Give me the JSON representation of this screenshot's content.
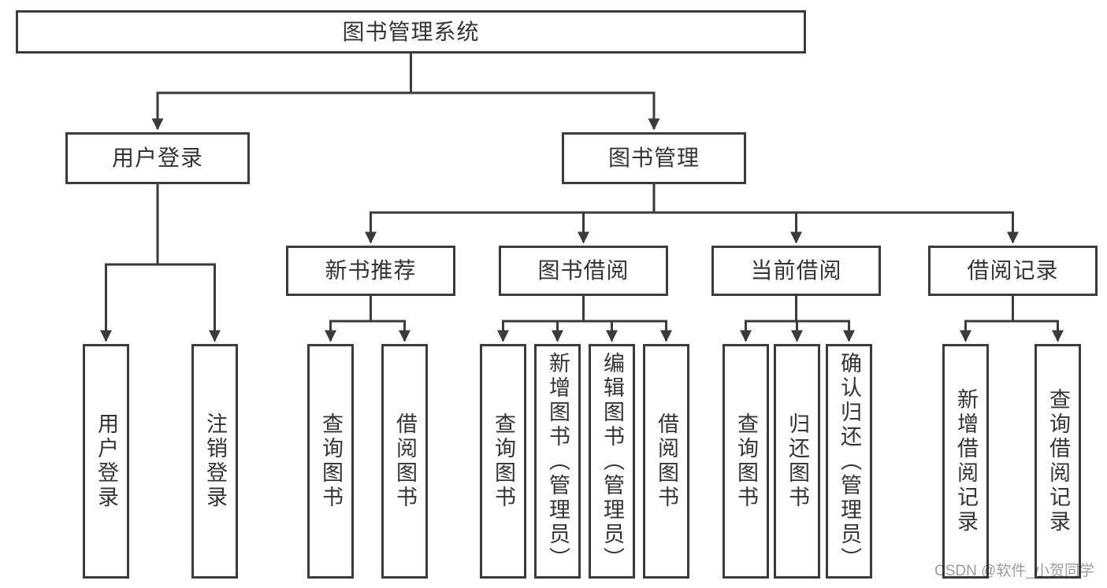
{
  "diagram": {
    "root": {
      "label": "图书管理系统"
    },
    "branches": [
      {
        "label": "用户登录",
        "children": [
          {
            "label": "用户登录"
          },
          {
            "label": "注销登录"
          }
        ]
      },
      {
        "label": "图书管理",
        "children": [
          {
            "label": "新书推荐",
            "children": [
              {
                "label": "查询图书"
              },
              {
                "label": "借阅图书"
              }
            ]
          },
          {
            "label": "图书借阅",
            "children": [
              {
                "label": "查询图书"
              },
              {
                "label": "新增图书（管理员）"
              },
              {
                "label": "编辑图书（管理员）"
              },
              {
                "label": "借阅图书"
              }
            ]
          },
          {
            "label": "当前借阅",
            "children": [
              {
                "label": "查询图书"
              },
              {
                "label": "归还图书"
              },
              {
                "label": "确认归还（管理员）"
              }
            ]
          },
          {
            "label": "借阅记录",
            "children": [
              {
                "label": "新增借阅记录"
              },
              {
                "label": "查询借阅记录"
              }
            ]
          }
        ]
      }
    ]
  },
  "watermark": "CSDN @软件_小贺同学",
  "colors": {
    "line": "#3b3b3b",
    "text": "#333333",
    "watermark": "#9c9c9c",
    "background": "#ffffff"
  }
}
